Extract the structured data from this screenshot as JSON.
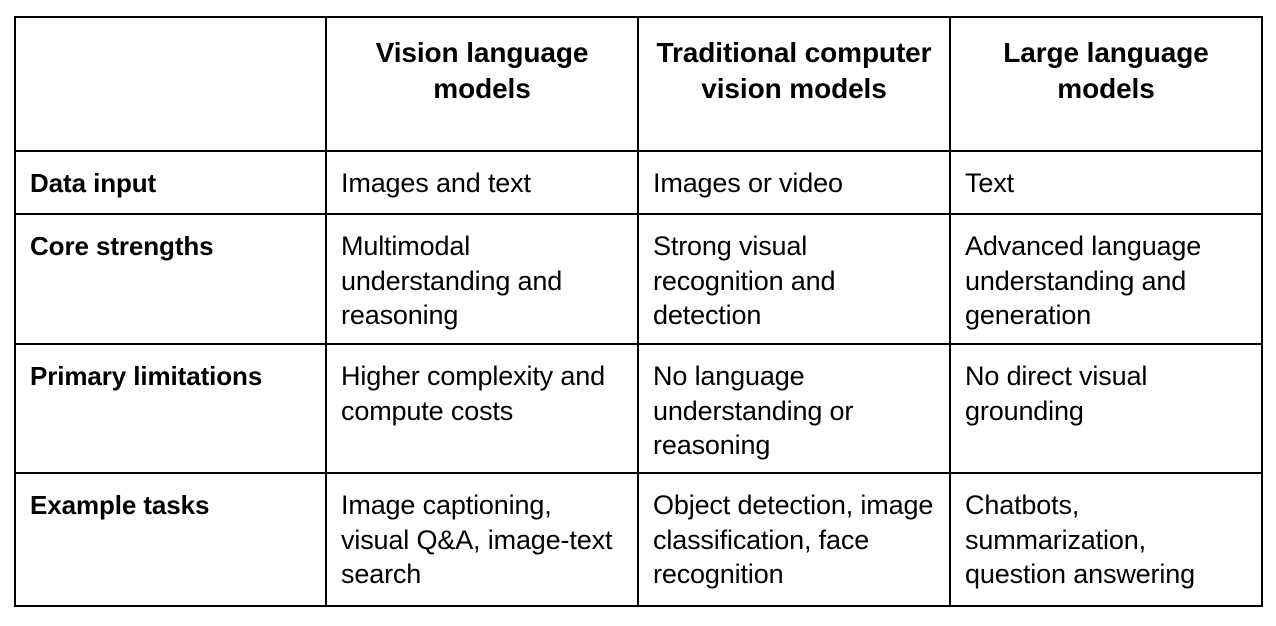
{
  "table": {
    "columns": [
      {
        "key": "attribute",
        "label": ""
      },
      {
        "key": "vlm",
        "label": "Vision language models"
      },
      {
        "key": "cv",
        "label": "Traditional computer vision models"
      },
      {
        "key": "llm",
        "label": "Large language models"
      }
    ],
    "rows": [
      {
        "label": "Data input",
        "vlm": "Images and text",
        "cv": "Images or video",
        "llm": "Text"
      },
      {
        "label": "Core strengths",
        "vlm": "Multimodal understanding and reasoning",
        "cv": "Strong visual recognition and detection",
        "llm": "Advanced language understanding and generation"
      },
      {
        "label": "Primary limitations",
        "vlm": "Higher complexity and compute costs",
        "cv": "No language understanding or reasoning",
        "llm": "No direct visual grounding"
      },
      {
        "label": "Example tasks",
        "vlm": "Image captioning, visual Q&A, image-text search",
        "cv": "Object detection, image classification, face recognition",
        "llm": "Chatbots, summarization, question answering"
      }
    ]
  },
  "colors": {
    "border": "#000000",
    "background": "#ffffff",
    "text": "#000000"
  }
}
